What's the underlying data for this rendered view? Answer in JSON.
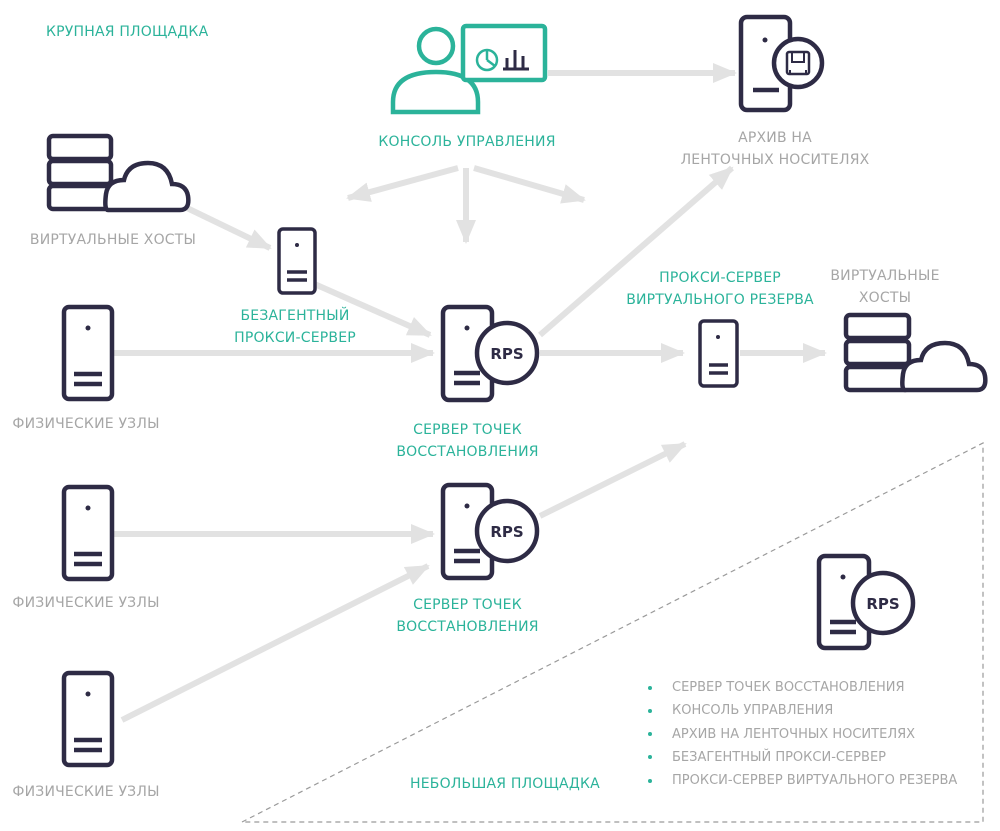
{
  "site_large": {
    "title": "КРУПНАЯ ПЛОЩАДКА"
  },
  "site_small": {
    "title": "НЕБОЛЬШАЯ ПЛОЩАДКА"
  },
  "nodes": {
    "console": {
      "line1": "КОНСОЛЬ УПРАВЛЕНИЯ"
    },
    "tape_archive": {
      "line1": "АРХИВ НА",
      "line2": "ЛЕНТОЧНЫХ НОСИТЕЛЯХ"
    },
    "virtual_hosts_left": {
      "line1": "ВИРТУАЛЬНЫЕ ХОСТЫ"
    },
    "agentless_proxy": {
      "line1": "БЕЗАГЕНТНЫЙ",
      "line2": "ПРОКСИ-СЕРВЕР"
    },
    "physical_nodes_1": {
      "line1": "ФИЗИЧЕСКИЕ УЗЛЫ"
    },
    "physical_nodes_2": {
      "line1": "ФИЗИЧЕСКИЕ УЗЛЫ"
    },
    "physical_nodes_3": {
      "line1": "ФИЗИЧЕСКИЕ УЗЛЫ"
    },
    "rps_server_1": {
      "line1": "СЕРВЕР ТОЧЕК",
      "line2": "ВОССТАНОВЛЕНИЯ",
      "badge": "RPS"
    },
    "rps_server_2": {
      "line1": "СЕРВЕР ТОЧЕК",
      "line2": "ВОССТАНОВЛЕНИЯ",
      "badge": "RPS"
    },
    "rps_server_small": {
      "badge": "RPS"
    },
    "virtual_standby_proxy": {
      "line1": "ПРОКСИ-СЕРВЕР",
      "line2": "ВИРТУАЛЬНОГО РЕЗЕРВА"
    },
    "virtual_hosts_right": {
      "line1": "ВИРТУАЛЬНЫЕ",
      "line2": "ХОСТЫ"
    }
  },
  "legend": [
    "СЕРВЕР ТОЧЕК ВОССТАНОВЛЕНИЯ",
    "КОНСОЛЬ УПРАВЛЕНИЯ",
    "АРХИВ НА ЛЕНТОЧНЫХ НОСИТЕЛЯХ",
    "БЕЗАГЕНТНЫЙ ПРОКСИ-СЕРВЕР",
    "ПРОКСИ-СЕРВЕР ВИРТУАЛЬНОГО РЕЗЕРВА"
  ],
  "colors": {
    "accent": "#2bb39a",
    "icon": "#2e2b45",
    "arrow": "#e2e2e2",
    "label_grey": "#a6a6a6"
  }
}
